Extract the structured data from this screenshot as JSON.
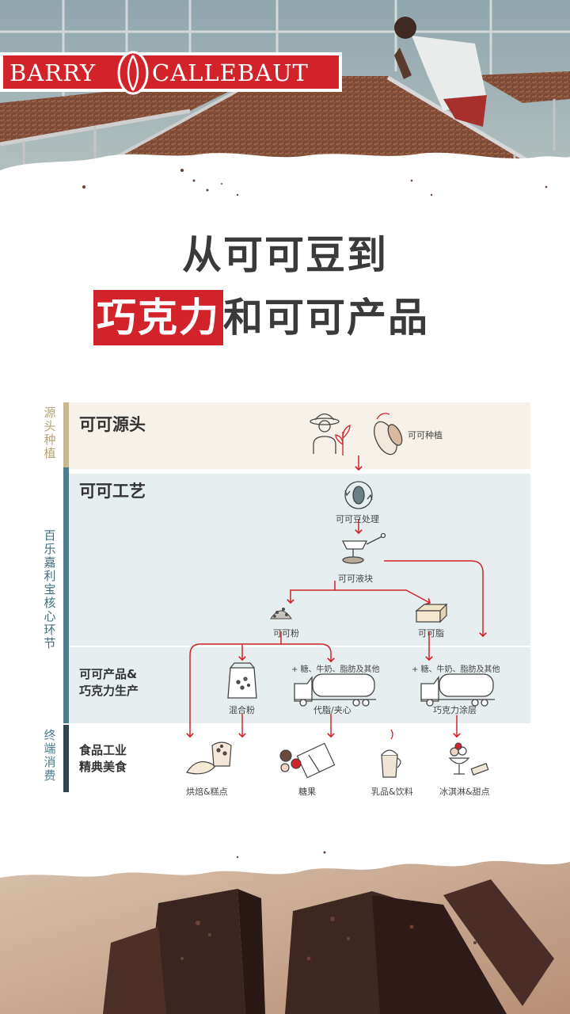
{
  "brand": {
    "name_left": "BARRY",
    "name_right": "CALLEBAUT",
    "red": "#d2232a"
  },
  "title": {
    "line1": "从可可豆到",
    "line2_highlight": "巧克力",
    "line2_rest": "和可可产品"
  },
  "diagram": {
    "side_labels": {
      "origin": "源头种植",
      "core": "百乐嘉利宝核心环节",
      "consumer": "终端消费"
    },
    "sections": {
      "origin": "可可源头",
      "craft": "可可工艺",
      "production_line1": "可可产品&",
      "production_line2": "巧克力生产",
      "consumer_line1": "食品工业",
      "consumer_line2": "精典美食"
    },
    "nodes": {
      "planting": "可可种植",
      "bean_processing": "可可豆处理",
      "liquor": "可可液块",
      "powder": "可可粉",
      "butter": "可可脂",
      "additive_fillings": "+ 糖、牛奶、脂肪及其他",
      "additive_coating": "+ 糖、牛奶、脂肪及其他",
      "mix": "混合粉",
      "fillings": "代脂/夹心",
      "coating": "巧克力涂层"
    },
    "consumer_items": {
      "bakery": "烘焙&糕点",
      "confectionery": "糖果",
      "dairy": "乳品&饮料",
      "icecream": "冰淇淋&甜点"
    },
    "colors": {
      "arrow": "#d2232a",
      "origin_band": "#f6f2ea",
      "craft_band": "#e7eef0",
      "teal": "#4e7d8d",
      "tan": "#c8b891"
    }
  }
}
